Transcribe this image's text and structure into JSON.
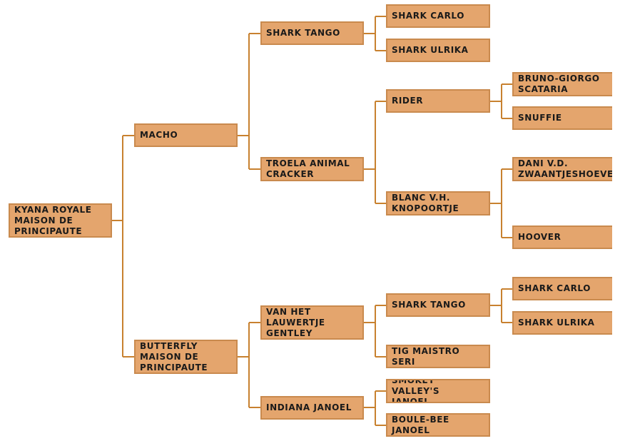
{
  "colors": {
    "box_fill": "#e4a56d",
    "box_border": "#c98a4e",
    "connector": "#c8812f"
  },
  "pedigree": {
    "subject": "KYANA ROYALE\nMAISON DE\nPRINCIPAUTE",
    "sire": "MACHO",
    "dam": "BUTTERFLY\nMAISON DE\nPRINCIPAUTE",
    "sire_sire": "SHARK TANGO",
    "sire_dam": "TROELA ANIMAL\nCRACKER",
    "dam_sire": "VAN HET\nLAUWERTJE\nGENTLEY",
    "dam_dam": "INDIANA JANOEL",
    "ss_sire": "SHARK CARLO",
    "ss_dam": "SHARK ULRIKA",
    "sd_sire": "RIDER",
    "sd_dam": "BLANC V.H.\nKNOPOORTJE",
    "ds_sire": "SHARK TANGO",
    "ds_dam": "TIG MAISTRO SERI",
    "dd_sire": "SMOKEY VALLEY'S\nJANOEL",
    "dd_dam": "BOULE-BEE\nJANOEL",
    "sds_sire": "BRUNO-GIORGO\nSCATARIA",
    "sds_dam": "SNUFFIE",
    "sdd_sire": "DANI V.D.\nZWAANTJESHOEVE",
    "sdd_dam": "HOOVER",
    "dss_sire": "SHARK CARLO",
    "dss_dam": "SHARK ULRIKA"
  }
}
